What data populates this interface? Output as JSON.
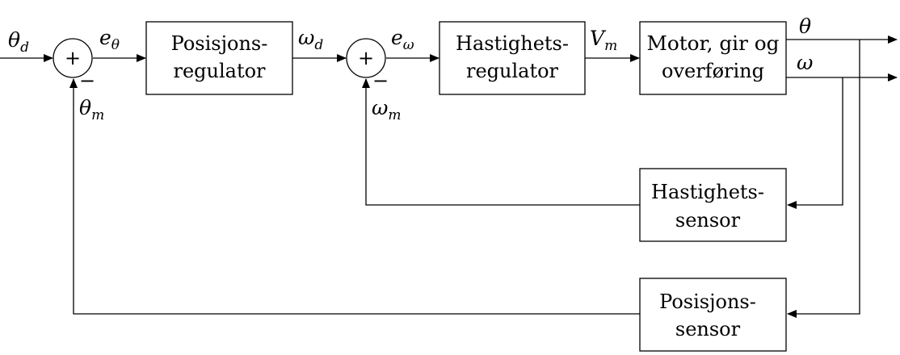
{
  "blocks": {
    "pos_reg": [
      "Posisjons-",
      "regulator"
    ],
    "hast_reg": [
      "Hastighets-",
      "regulator"
    ],
    "motor": [
      "Motor, gir og",
      "overføring"
    ],
    "hast_sensor": [
      "Hastighets-",
      "sensor"
    ],
    "pos_sensor": [
      "Posisjons-",
      "sensor"
    ]
  },
  "signals": {
    "theta_d": {
      "main": "θ",
      "sub": "d"
    },
    "e_theta": {
      "main": "e",
      "sub": "θ"
    },
    "omega_d": {
      "main": "ω",
      "sub": "d"
    },
    "e_omega": {
      "main": "e",
      "sub": "ω"
    },
    "v_m": {
      "main": "V",
      "sub": "m"
    },
    "theta": {
      "main": "θ"
    },
    "omega": {
      "main": "ω"
    },
    "theta_m": {
      "main": "θ",
      "sub": "m"
    },
    "omega_m": {
      "main": "ω",
      "sub": "m"
    }
  },
  "summing": {
    "plus": "+",
    "minus": "−"
  }
}
